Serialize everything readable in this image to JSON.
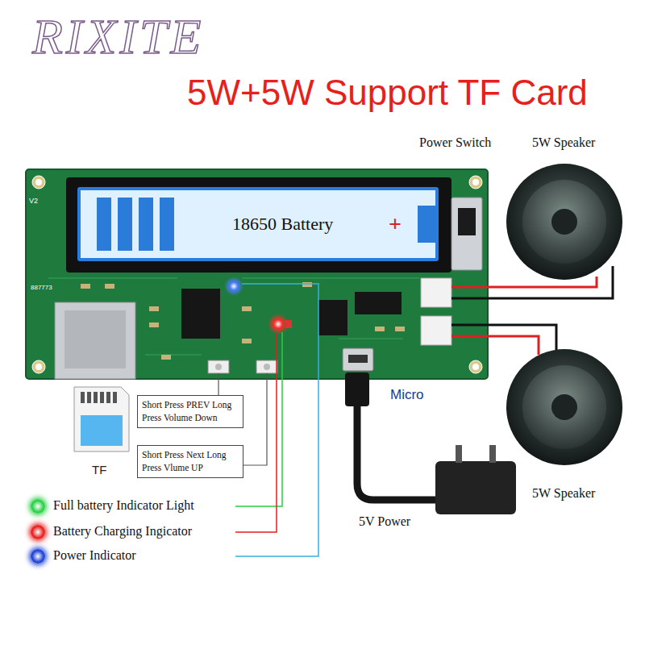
{
  "diagram": {
    "title": "5W+5W Support TF Card",
    "nodes": [
      {
        "text": [
          "18650 Battery",
          "+"
        ]
      },
      {
        "text": [
          "Short Press PREV Long Press Volume Down"
        ]
      },
      {
        "text": [
          "Short Press Next Long Press Vlume UP"
        ]
      }
    ],
    "labels": [
      "RIXITE",
      "Power Switch",
      "5W Speaker",
      "5W Speaker",
      "Micro",
      "5V Power",
      "TF",
      "V2",
      "887773"
    ],
    "legend": [
      {
        "text": "Full battery Indicator Light",
        "color": "#2fd14a"
      },
      {
        "text": "Battery Charging Ingicator",
        "color": "#e82424"
      },
      {
        "text": "Power Indicator",
        "color": "#2446d8"
      }
    ]
  }
}
